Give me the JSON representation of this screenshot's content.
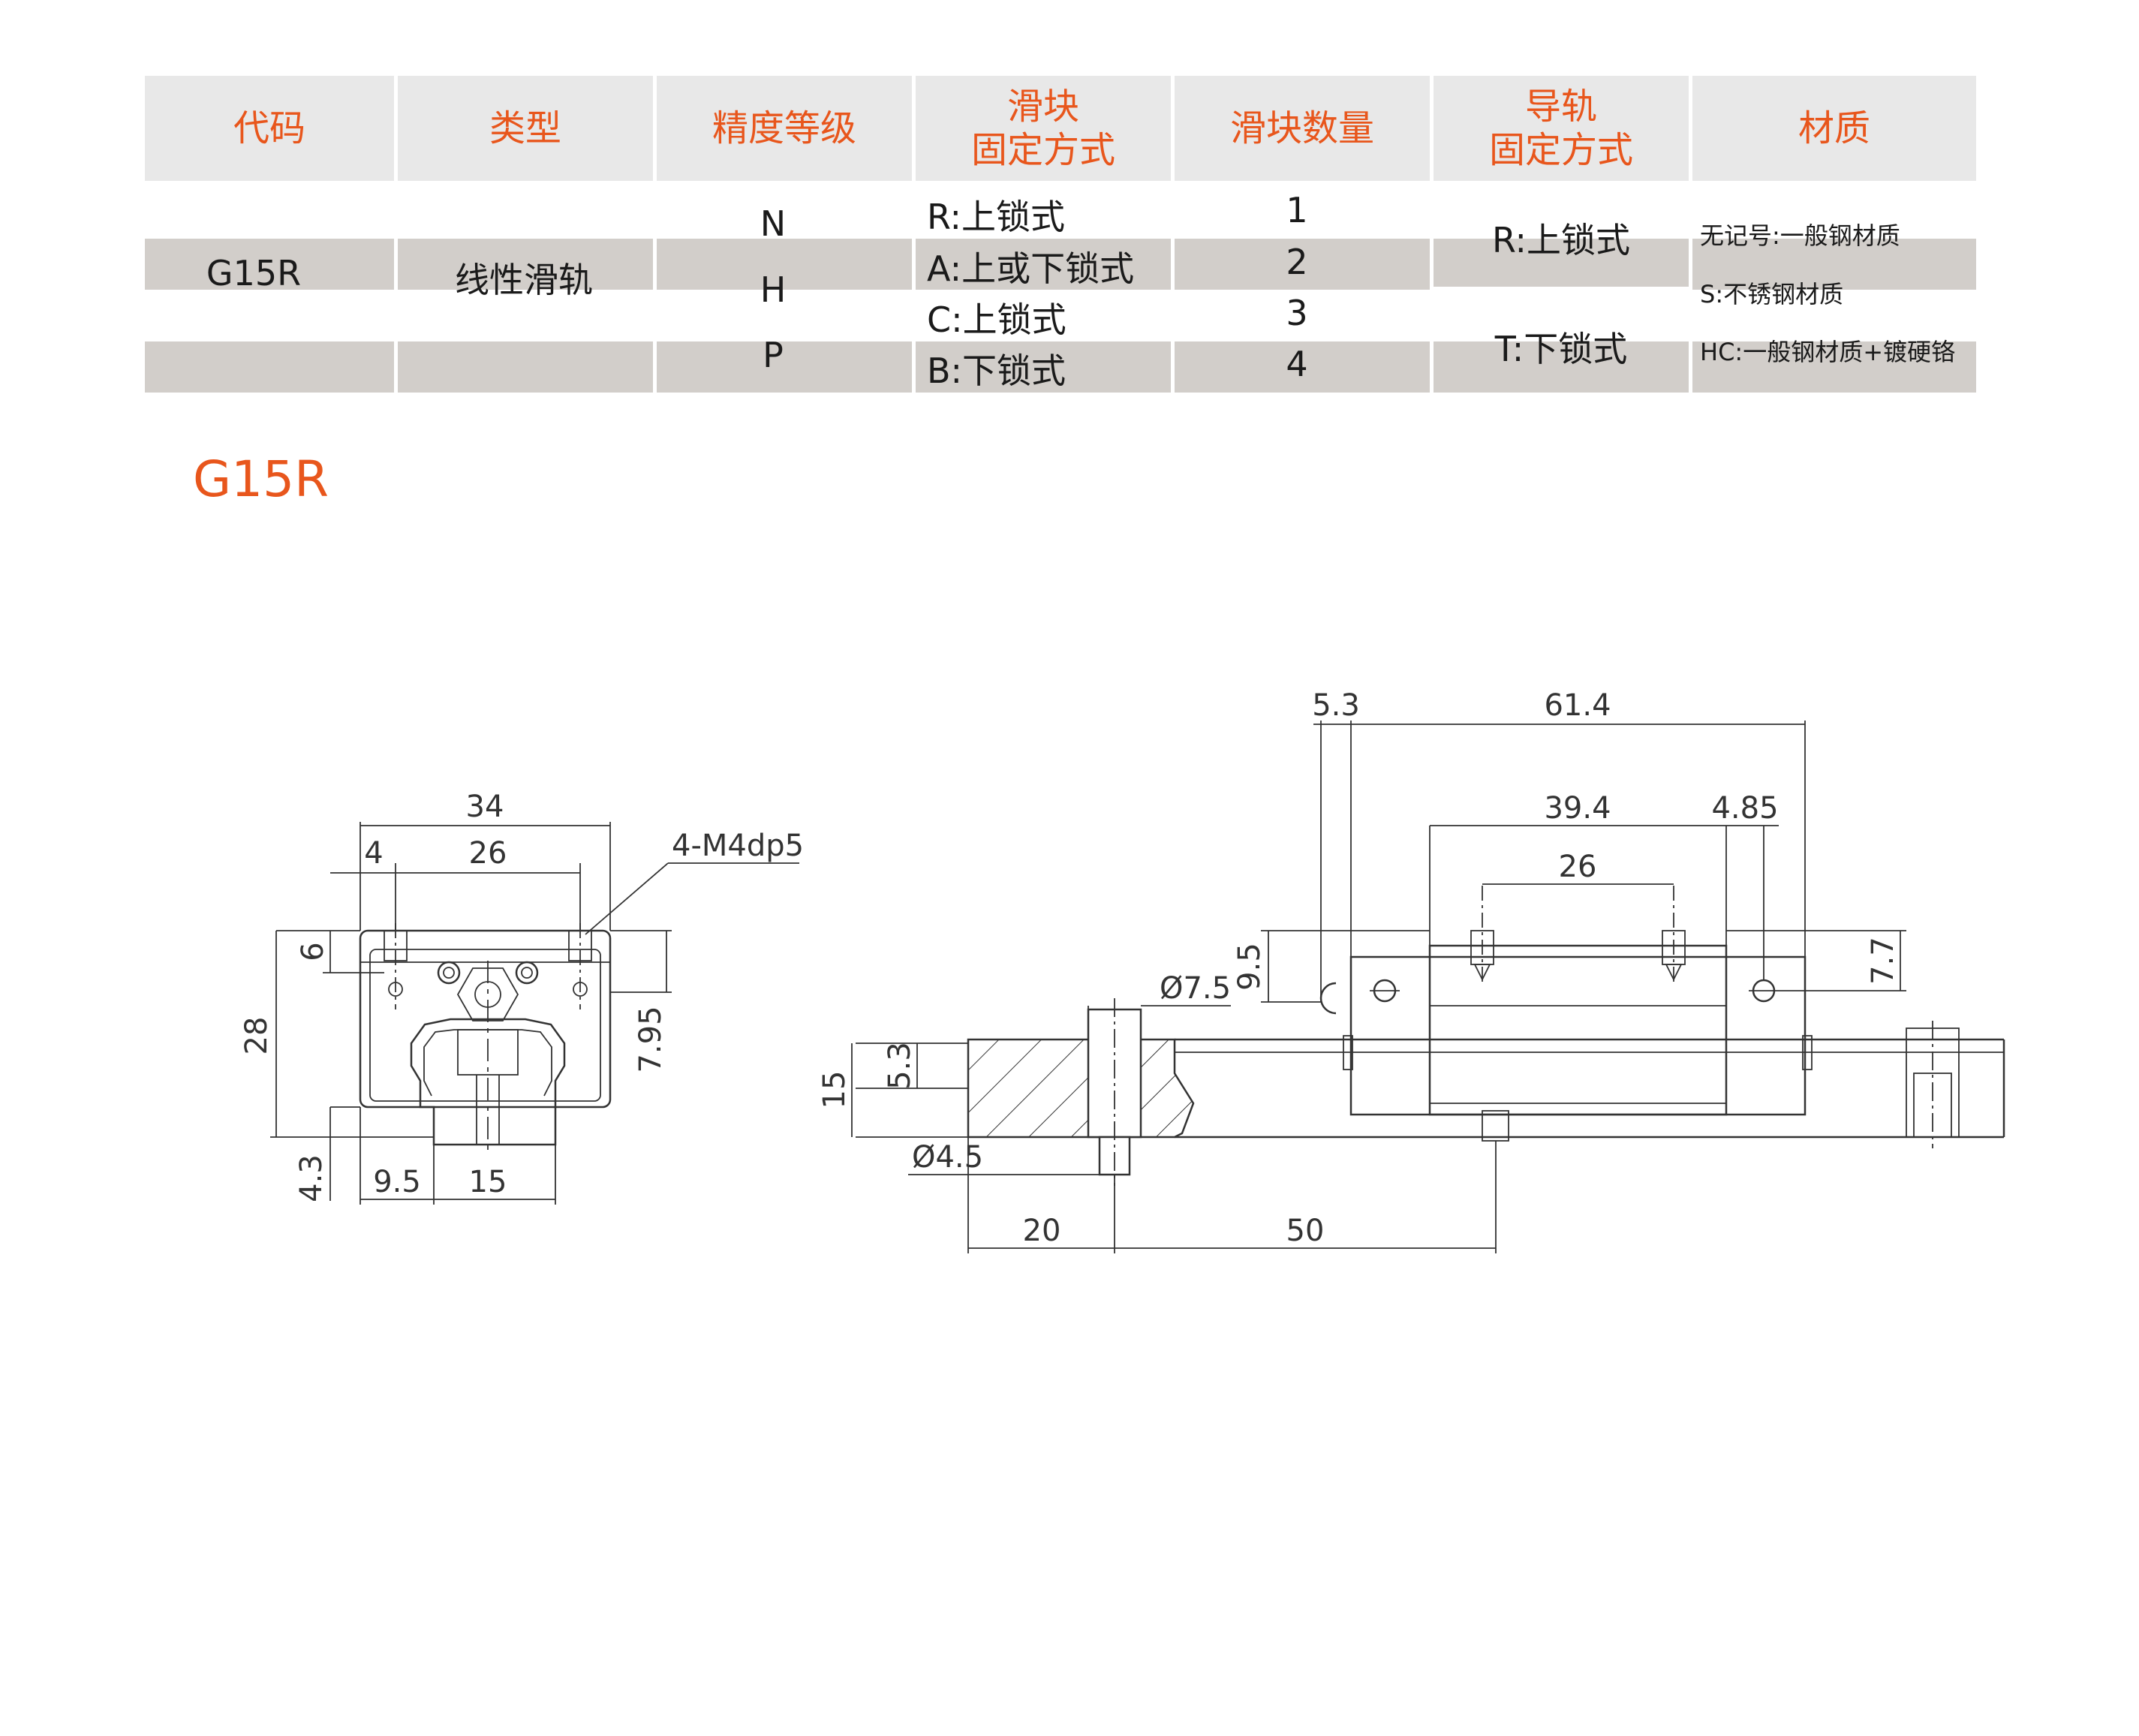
{
  "table": {
    "headers": [
      "代码",
      "类型",
      "精度等级",
      "滑块\n固定方式",
      "滑块数量",
      "导轨\n固定方式",
      "材质"
    ],
    "code": "G15R",
    "type": "线性滑轨",
    "precision": [
      "N",
      "H",
      "P"
    ],
    "slider_fix": [
      "R:上锁式",
      "A:上或下锁式",
      "C:上锁式",
      "B:下锁式"
    ],
    "slider_count": [
      "1",
      "2",
      "3",
      "4"
    ],
    "rail_fix": [
      "R:上锁式",
      "T:下锁式"
    ],
    "material": [
      "无记号:一般钢材质",
      "S:不锈钢材质",
      "HC:一般钢材质+镀硬铬"
    ]
  },
  "section_title": "G15R",
  "dimensions": {
    "front": {
      "d34": "34",
      "d4": "4",
      "d26": "26",
      "thread": "4-M4dp5",
      "d6": "6",
      "d28": "28",
      "d795": "7.95",
      "d43": "4.3",
      "d95": "9.5",
      "d15": "15"
    },
    "side": {
      "d53top": "5.3",
      "d614": "61.4",
      "d394": "39.4",
      "d485": "4.85",
      "d26": "26",
      "d95": "9.5",
      "d77": "7.7",
      "dphi75": "Ø7.5",
      "d15": "15",
      "d53": "5.3",
      "dphi45": "Ø4.5",
      "d20": "20",
      "d50": "50"
    }
  },
  "colors": {
    "accent": "#e8561c",
    "header_bg": "#e8e8e8",
    "band_bg": "#d2ceca"
  }
}
